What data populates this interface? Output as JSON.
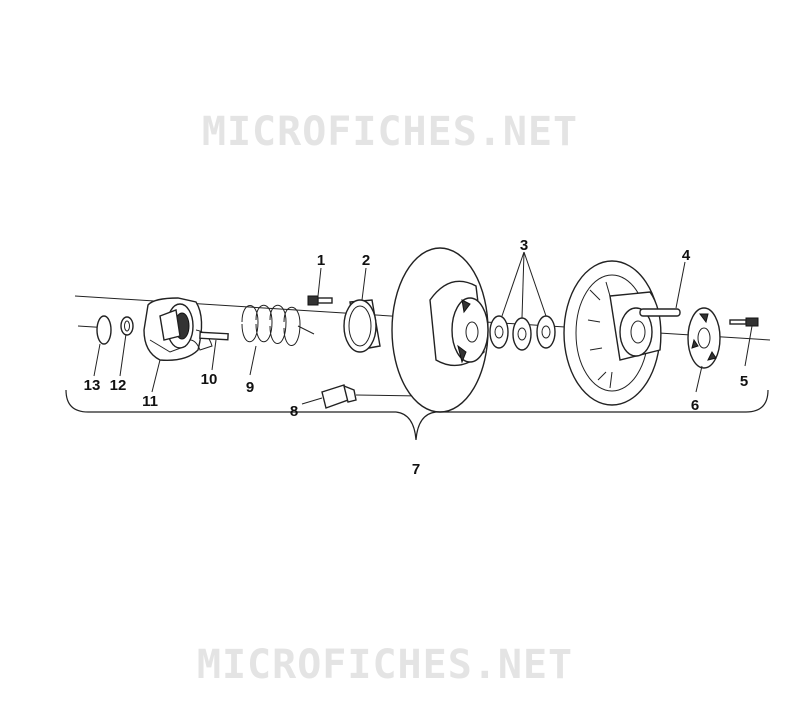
{
  "watermark": {
    "text": "MICROFICHES.NET"
  },
  "callouts": [
    {
      "id": "c1",
      "text": "1"
    },
    {
      "id": "c2",
      "text": "2"
    },
    {
      "id": "c3",
      "text": "3"
    },
    {
      "id": "c4",
      "text": "4"
    },
    {
      "id": "c5",
      "text": "5"
    },
    {
      "id": "c6",
      "text": "6"
    },
    {
      "id": "c7",
      "text": "7"
    },
    {
      "id": "c8",
      "text": "8"
    },
    {
      "id": "c9",
      "text": "9"
    },
    {
      "id": "c10",
      "text": "10"
    },
    {
      "id": "c11",
      "text": "11"
    },
    {
      "id": "c12",
      "text": "12"
    },
    {
      "id": "c13",
      "text": "13"
    }
  ]
}
